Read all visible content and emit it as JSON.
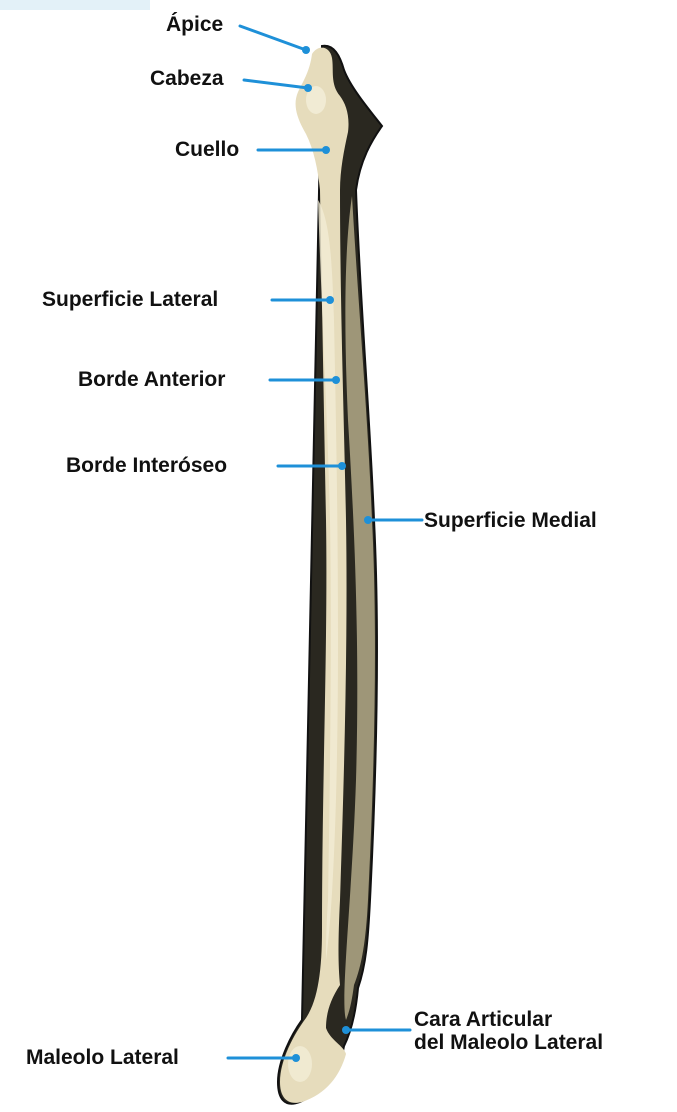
{
  "colors": {
    "leader_line": "#1e90d8",
    "bone_fill": "#e6dcbc",
    "bone_shadow": "#9a9376",
    "bone_outline": "#111111"
  },
  "labels": {
    "apex": "Ápice",
    "head": "Cabeza",
    "neck": "Cuello",
    "lateral_surface": "Superficie Lateral",
    "anterior_border": "Borde Anterior",
    "interosseous_border": "Borde Interóseo",
    "medial_surface": "Superficie Medial",
    "malleolar_facet_line1": "Cara Articular",
    "malleolar_facet_line2": "del Maleolo Lateral",
    "lateral_malleolus": "Maleolo Lateral"
  }
}
